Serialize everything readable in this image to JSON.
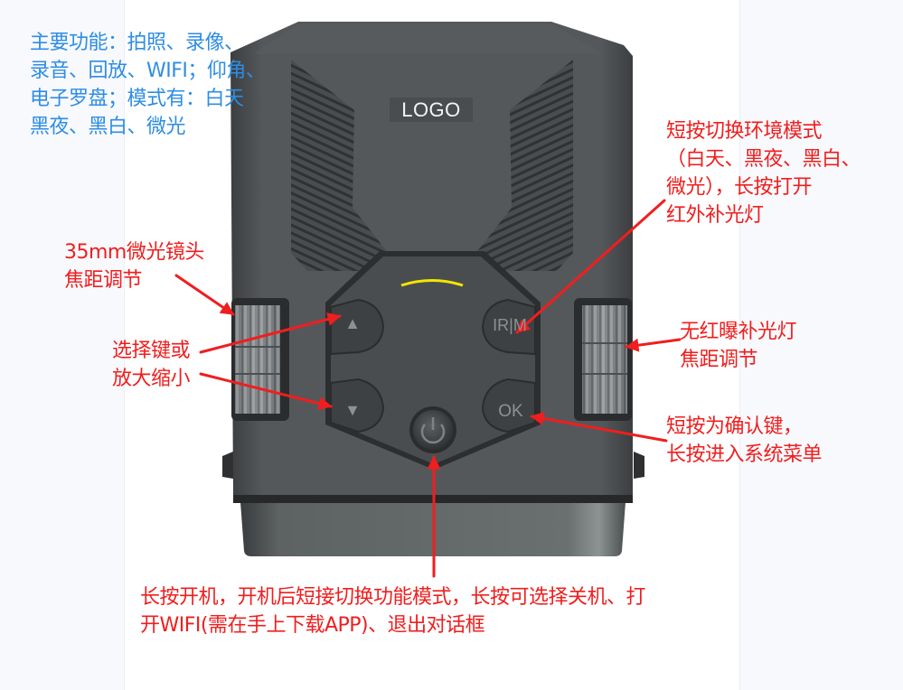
{
  "device": {
    "logo_text": "LOGO",
    "buttons": {
      "up": {
        "icon": "up-triangle-icon",
        "glyph": "▲"
      },
      "down": {
        "icon": "down-triangle-icon",
        "glyph": "▼"
      },
      "ir_mode": {
        "label": "IR|M"
      },
      "ok": {
        "label": "OK"
      },
      "power": {
        "icon": "power-icon"
      }
    },
    "indicator_color": "#f2e600",
    "body_color": "#55585b"
  },
  "annotations": {
    "main_features": "主要功能：拍照、录像、\n录音、回放、WIFI；仰角、\n电子罗盘；模式有：白天\n黑夜、黑白、微光",
    "lens_focus": "35mm微光镜头\n焦距调节",
    "select_zoom": "选择键或\n放大缩小",
    "ir_mode_desc": "短按切换环境模式\n（白天、黑夜、黑白、\n微光），长按打开\n红外补光灯",
    "ir_focus": "无红曝补光灯\n焦距调节",
    "ok_desc": "短按为确认键，\n长按进入系统菜单",
    "power_desc": "长按开机，开机后短接切换功能模式，长按可选择关机、打\n开WIFI(需在手上下载APP)、退出对话框"
  },
  "colors": {
    "annotation_red": "#f01e1e",
    "annotation_blue": "#2e8de4",
    "page_bg": "#f8f9fd"
  }
}
